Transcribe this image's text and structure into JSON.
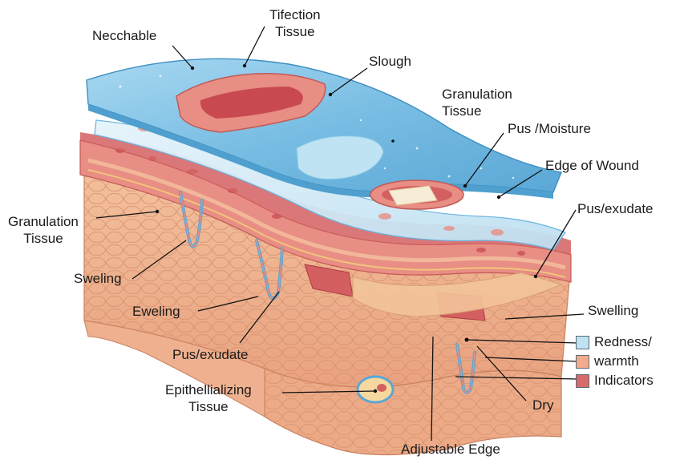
{
  "labels": {
    "necchable": "Necchable",
    "tifection": "Tifection\nTissue",
    "slough": "Slough",
    "granulation_top": "Granulation\nTissue",
    "pus_moisture": "Pus /Moisture",
    "edge_of_wound": "Edge of Wound",
    "pus_exudate_right": "Pus/exudate",
    "granulation_left": "Granulation\nTissue",
    "sweling": "Sweling",
    "eweling": "Eweling",
    "pus_exudate_bottom": "Pus/exudate",
    "epithellializing": "Epithellializing\nTissue",
    "adjustable_edge": "Adjustable Edge",
    "dry": "Dry",
    "swelling": "Swelling"
  },
  "legend": {
    "items": [
      {
        "label": "Redness/",
        "color": "#bfe3f2"
      },
      {
        "label": "warmth",
        "color": "#f2ab8c"
      },
      {
        "label": "Indicators",
        "color": "#d96a6a"
      }
    ]
  },
  "colors": {
    "top_sheet": "#78bde3",
    "top_sheet_dark": "#4f9fcf",
    "tissue_pink": "#e88e84",
    "tissue_red": "#d45f60",
    "skin_base": "#efb590",
    "skin_cell_line": "#d98f6f",
    "leader": "#111111"
  }
}
